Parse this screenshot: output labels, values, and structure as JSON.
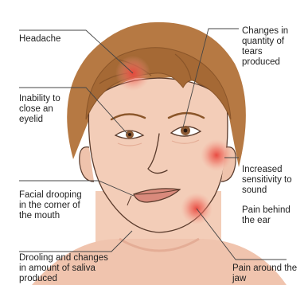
{
  "labels": {
    "headache": "Headache",
    "tears": "Changes in\nquantity of\ntears\nproduced",
    "eyelid": "Inability to\nclose an\neyelid",
    "sound": "Increased\nsensitivity to\nsound",
    "ear": "Pain behind\nthe ear",
    "drooping": "Facial drooping\nin the corner of\nthe mouth",
    "drooling": "Drooling and changes\nin amount of saliva\nproduced",
    "jaw": "Pain around the\njaw"
  },
  "colors": {
    "skin": "#f3cdb8",
    "skin_shadow": "#e4ad96",
    "hair": "#b67943",
    "hair_dark": "#8a5529",
    "outline": "#5a3b2c",
    "pain_spot": "#e8453c",
    "leader_line": "#444444"
  }
}
